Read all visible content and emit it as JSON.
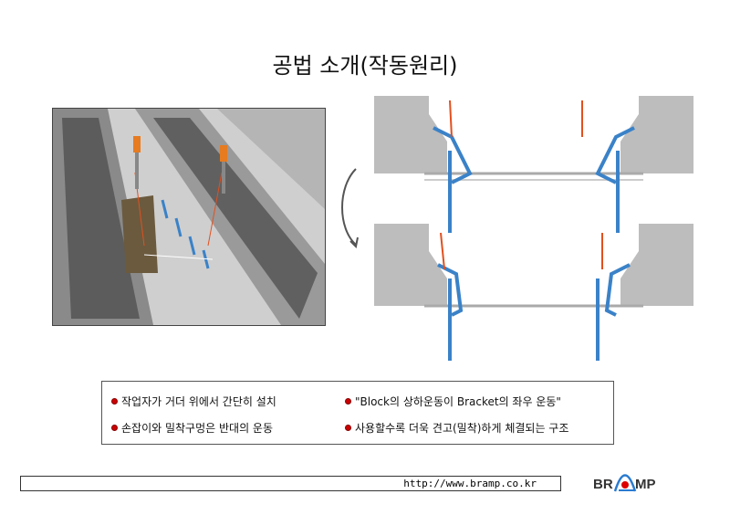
{
  "title": "공법 소개(작동원리)",
  "bullets": [
    "작업자가 거더 위에서 간단히 설치",
    "\"Block의 상하운동이 Bracket의 좌우 운동\"",
    "손잡이와 밀착구멍은 반대의 운동",
    "사용할수록 더욱 견고(밀착)하게 체결되는 구조"
  ],
  "footer": {
    "url": "http://www.bramp.co.kr",
    "logo": "BRAMP"
  },
  "colors": {
    "bracket": "#3a82c8",
    "rope": "#e2501e",
    "bullet": "#cc0000"
  }
}
